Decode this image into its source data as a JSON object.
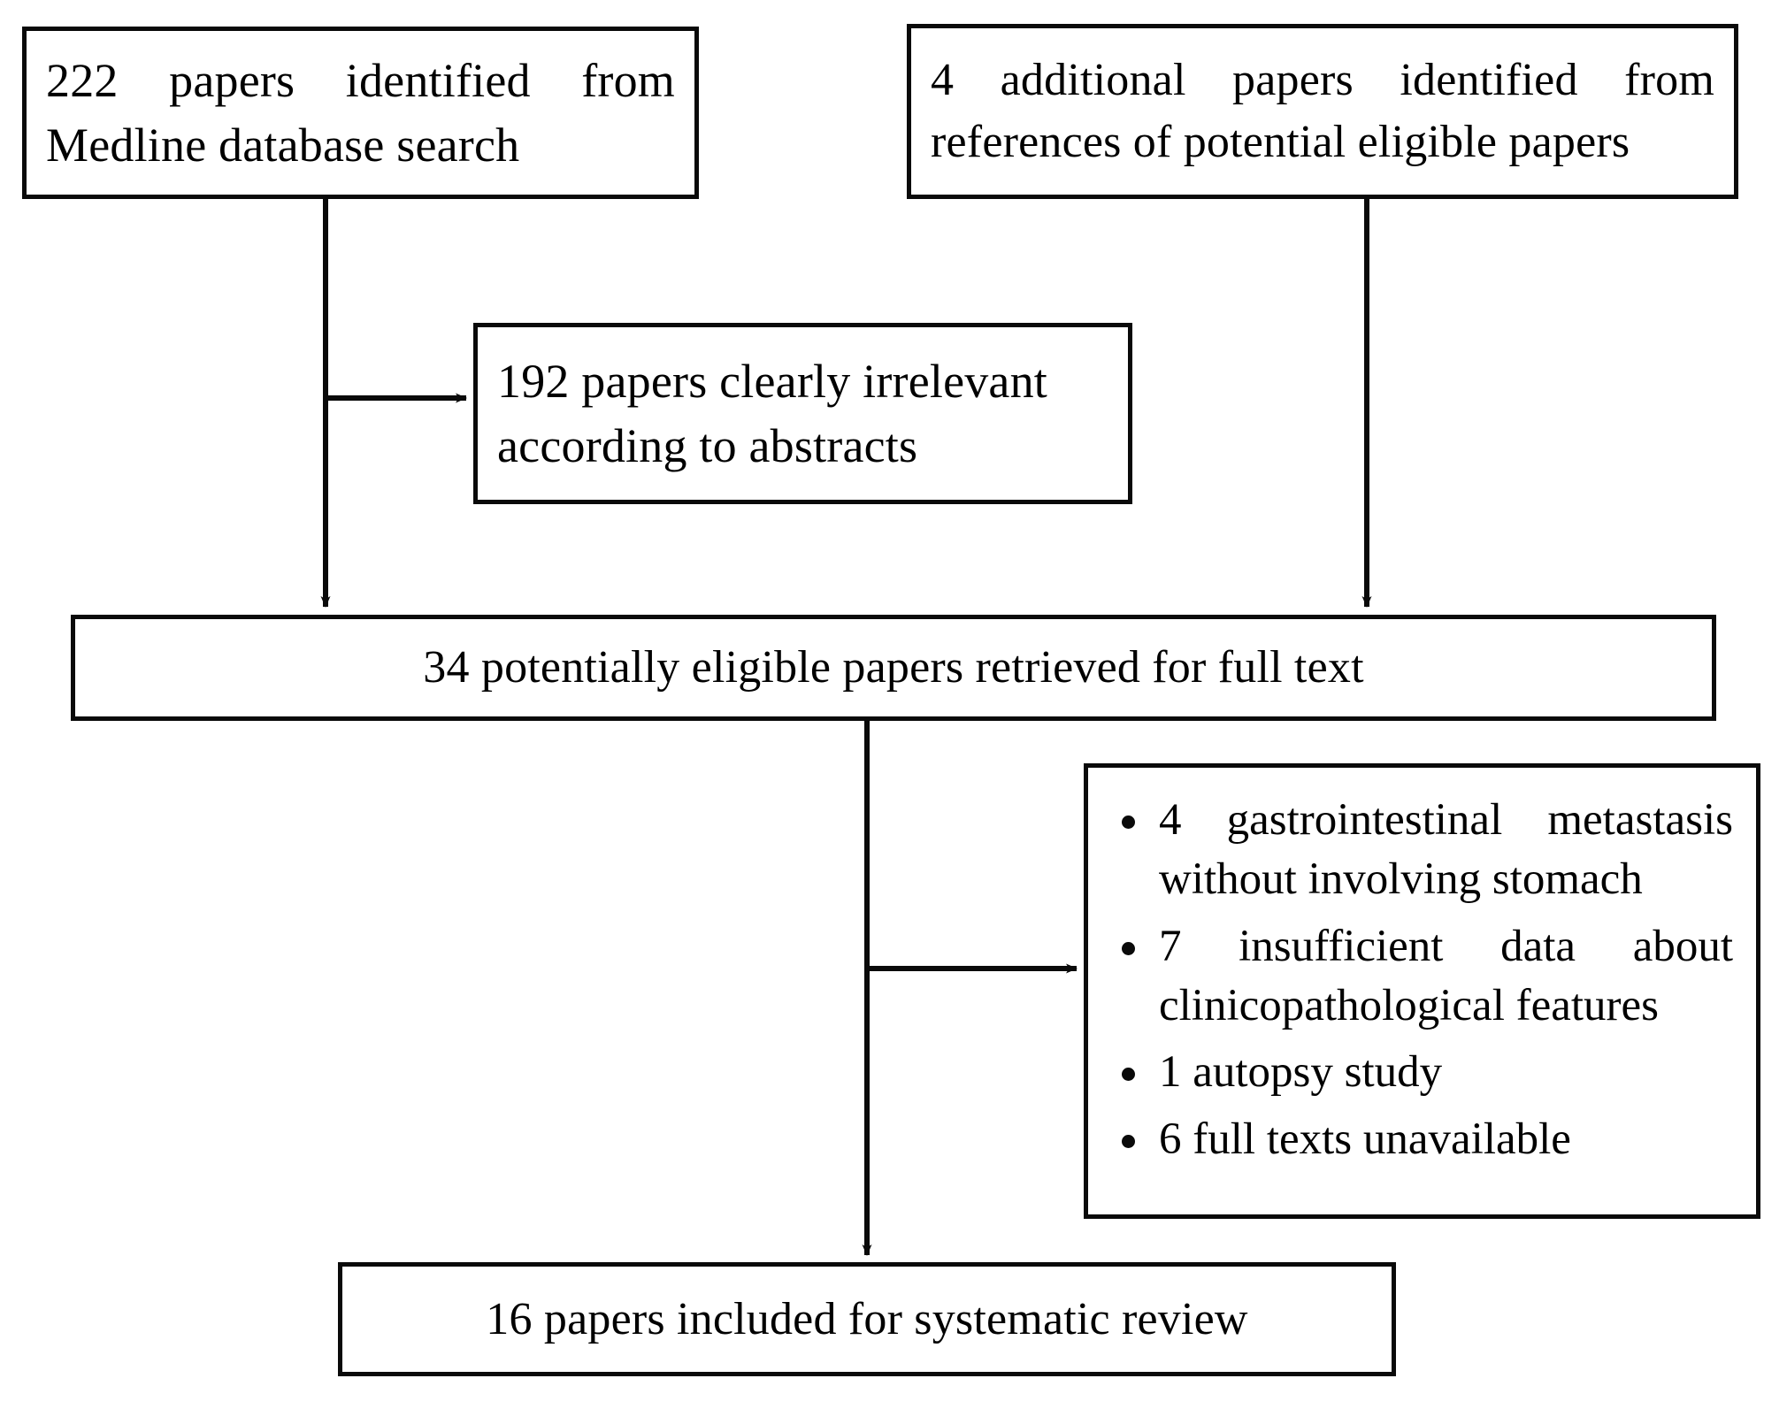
{
  "diagram": {
    "type": "prisma-study-selection-flowchart",
    "colors": {
      "background": "#ffffff",
      "border": "#0a0a0a",
      "text": "#000000",
      "connector": "#0a0a0a"
    },
    "boxes": {
      "medline_search": {
        "id": "box-medline-search",
        "text": "222 papers identified from Medline database search",
        "count": 222
      },
      "additional_refs": {
        "id": "box-additional-refs",
        "text": "4 additional papers identified from references of potential eligible papers",
        "count": 4
      },
      "irrelevant": {
        "id": "box-irrelevant",
        "text": "192 papers clearly irrelevant according to abstracts",
        "count": 192
      },
      "eligible_fulltext": {
        "id": "box-eligible-fulltext",
        "text": "34 potentially eligible papers retrieved for full text",
        "count": 34
      },
      "included": {
        "id": "box-included",
        "text": "16 papers included for systematic review",
        "count": 16
      }
    },
    "exclusions": {
      "id": "box-exclusions",
      "bullet_glyph": "•",
      "items": [
        {
          "count": 4,
          "text": "4 gastrointestinal metastasis without involving stomach"
        },
        {
          "count": 7,
          "text": "7 insufficient data about clinicopathological features"
        },
        {
          "count": 1,
          "text": "1 autopsy study"
        },
        {
          "count": 6,
          "text": "6 full texts unavailable"
        }
      ]
    },
    "connectors": [
      {
        "name": "medline-to-eligible",
        "from": "medline_search",
        "to": "eligible_fulltext",
        "direction": "down",
        "arrowhead": true
      },
      {
        "name": "medline-to-irrelevant",
        "from": "medline_search",
        "to": "irrelevant",
        "direction": "right",
        "arrowhead": true
      },
      {
        "name": "additional-to-eligible",
        "from": "additional_refs",
        "to": "eligible_fulltext",
        "direction": "down",
        "arrowhead": true
      },
      {
        "name": "eligible-to-included",
        "from": "eligible_fulltext",
        "to": "included",
        "direction": "down",
        "arrowhead": true
      },
      {
        "name": "eligible-to-exclusions",
        "from": "eligible_fulltext",
        "to": "exclusions",
        "direction": "right",
        "arrowhead": true
      }
    ]
  }
}
